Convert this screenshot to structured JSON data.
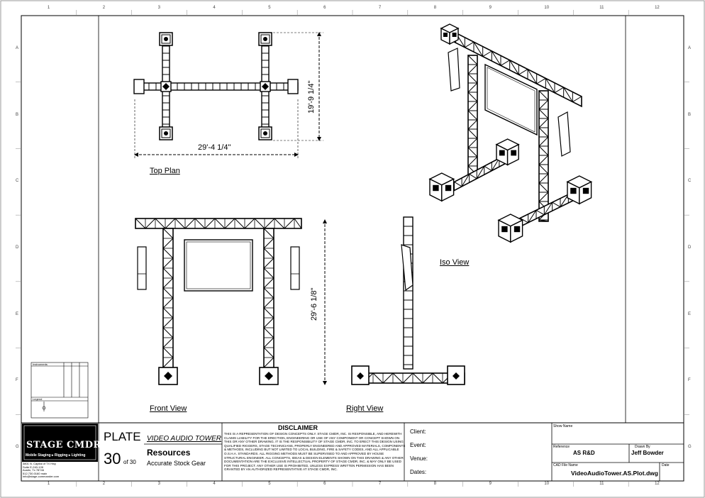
{
  "grid": {
    "columns": [
      "1",
      "2",
      "3",
      "4",
      "5",
      "6",
      "7",
      "8",
      "9",
      "10",
      "11",
      "12"
    ],
    "rows": [
      "A",
      "B",
      "C",
      "D",
      "E",
      "F",
      "G"
    ]
  },
  "views": {
    "top_plan": {
      "label": "Top Plan",
      "width_dim": "29'-4 1/4\"",
      "depth_dim": "19'-9 1/4\""
    },
    "front_view": {
      "label": "Front View",
      "height_dim": "29'-6 1/8\""
    },
    "right_view": {
      "label": "Right View"
    },
    "iso_view": {
      "label": "Iso View"
    }
  },
  "instruments_box": {
    "title": "Instruments",
    "legend_title": "Legend"
  },
  "company": {
    "name": "STAGE CMDR",
    "tagline": "Mobile Staging ▸ Rigging ▸ Lighting",
    "address": [
      "3801 N. Capital of TX Hwy",
      "Suite E-240-128",
      "Austin, Tx 78746",
      "512.730.0160 main",
      "info@stage-commander.com"
    ]
  },
  "plate": {
    "word": "PLATE",
    "number": "30",
    "of_text": "of 30",
    "project": "VIDEO AUDIO TOWER",
    "section": "Resources",
    "subtitle": "Accurate Stock Gear"
  },
  "disclaimer": {
    "title": "DISCLAIMER",
    "body": "THIS IS A REPRESENTATION OF DESIGN CONCEPTS ONLY. STAGE CMDR, INC. IS RESPONSIBLE, AND HEREWITH CLAIMS LIABILITY FOR THE ERECTION, ENGINEERING OR USE OF ANY COMPONENT OR CONCEPT SHOWN ON THIS OR ANY OTHER DRAWING. IT IS THE RESPONSIBILITY OF STAGE CMDR, INC. TO ERECT THIS DESIGN USING QUALIFIED RIGGERS, STAGE TECHNICIANS, PROPERLY ENGINEERED AND APPROVED MATERIALS, COMPONENTS & METHODS, INCLUDING BUT NOT LIMITED TO LOCAL BUILDING, FIRE & SAFETY CODES, AND ALL APPLICABLE O.S.H.A. STANDARDS. ALL RIGGING METHODS MUST BE SUPERVISED TO AND APPROVED BY HOUSE STRUCTURAL ENGINEER. ALL CONCEPTS, IDEAS & DESIGN ELEMENTS SHOWN ON THIS DRAWING & ANY OTHER DOCUMENTATION ARE THE EXCLUSIVE INTELLECTUAL PROPERTY OF STAGE CMDR, INC. & MAY ONLY BE USED FOR THIS PROJECT. ANY OTHER USE IS PROHIBITED, UNLESS EXPRESS WRITTEN PERMISSION HAS BEEN GRANTED BY AN AUTHORIZED REPRESENTATIVE AT STAGE CMDR, INC."
  },
  "project_fields": [
    "Client:",
    "Event:",
    "Venue:",
    "Dates:"
  ],
  "title_block": {
    "show_name_label": "Show Name",
    "reference_label": "Reference",
    "reference_value": "AS R&D",
    "drawn_by_label": "Drawn By",
    "drawn_by_value": "Jeff Bowder",
    "cad_label": "CAD File Name",
    "cad_value": "VideoAudioTower.AS.Plot.dwg",
    "date_label": "Date"
  }
}
